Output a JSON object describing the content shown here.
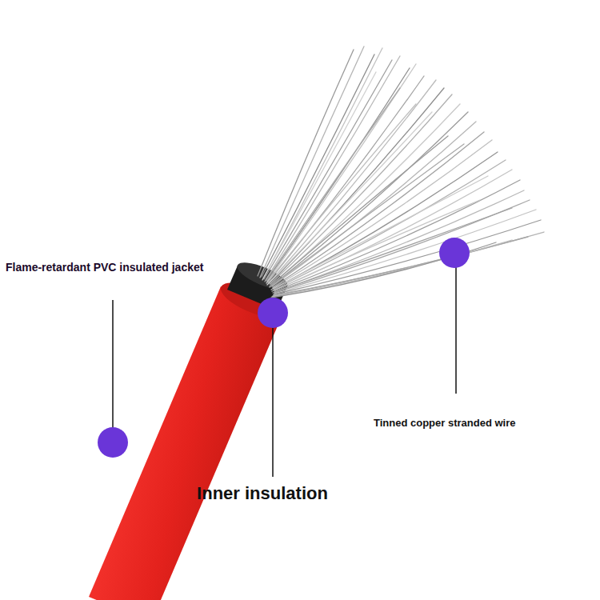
{
  "diagram": {
    "labels": [
      "Flame-retardant PVC insulated jacket",
      "Inner insulation",
      "Tinned copper stranded wire"
    ]
  }
}
